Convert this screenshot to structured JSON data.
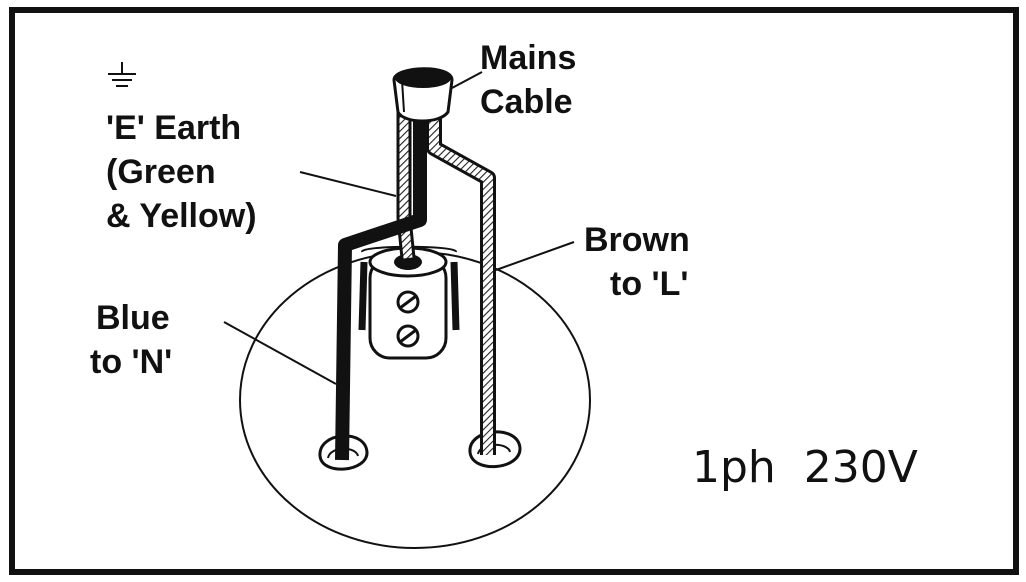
{
  "labels": {
    "mains_cable": [
      "Mains",
      "Cable"
    ],
    "earth": [
      "'E' Earth",
      "(Green",
      "& Yellow)"
    ],
    "brown": [
      "Brown",
      "to 'L'"
    ],
    "blue": [
      "Blue",
      "to 'N'"
    ]
  },
  "spec": "1ph  230V",
  "icons": {
    "earth_symbol": "earth-ground-icon"
  },
  "colors": {
    "ink": "#111111",
    "background": "#ffffff"
  }
}
